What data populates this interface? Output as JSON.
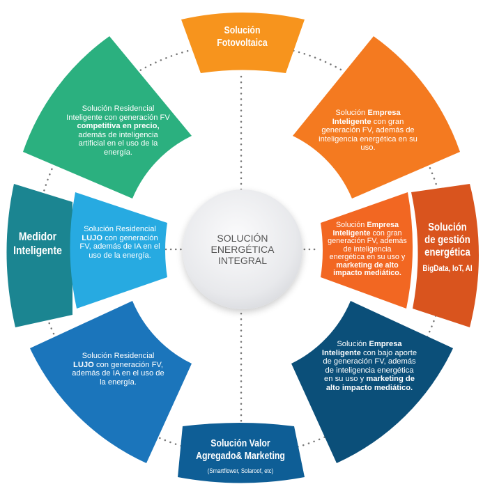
{
  "center": {
    "l1": "SOLUCIÓN",
    "l2": "ENERGÉTICA",
    "l3": "INTEGRAL"
  },
  "top": {
    "l1": "Solución",
    "l2": "Fotovoltaica"
  },
  "green": {
    "p1": "Solución Residencial Inteligente con generación FV ",
    "b1": "competitiva en precio,",
    "p2": " además de inteligencia artificial en el uso de la energía."
  },
  "orange_right": {
    "p1": "Solución ",
    "b1": "Empresa Inteligente",
    "p2": " con gran generación FV, además de inteligencia energética en su uso."
  },
  "medidor": {
    "l1": "Medidor",
    "l2": "Inteligente"
  },
  "lujo_light": {
    "p1": "Solución Residencial ",
    "b1": "LUJO",
    "p2": " con generación FV, además de IA en el uso de la energía."
  },
  "empresa_mid": {
    "p1": "Solución ",
    "b1": "Empresa Inteligente",
    "p2": " con gran generación FV, además de inteligencia energética en su uso y ",
    "b2": "marketing de alto impacto mediático."
  },
  "gestion": {
    "l1": "Solución",
    "l2": "de gestión",
    "l3": "energética",
    "sub": "BigData, IoT, AI"
  },
  "lujo_bottom": {
    "p1": "Solución Residencial ",
    "b1": "LUJO",
    "p2": " con generación FV, además de IA en el uso de la energía."
  },
  "empresa_bottom": {
    "p1": "Solución ",
    "b1": "Empresa Inteligente",
    "p2": " con bajo aporte de generación FV, además de inteligencia energética en su uso y ",
    "b2": "marketing de alto impacto mediático."
  },
  "valor": {
    "l1": "Solución Valor",
    "l2": "Agregado& Marketing",
    "sub": "(Smartflower, Solaroof, etc)"
  },
  "colors": {
    "top": "#f7941d",
    "green": "#2bb07f",
    "orange": "#f47a20",
    "teal": "#1b8591",
    "light_blue": "#27aae1",
    "orange2": "#f26722",
    "dark_orange": "#d9541e",
    "blue": "#1b75bb",
    "navy": "#0b4f79",
    "bottom": "#0e5e96"
  }
}
